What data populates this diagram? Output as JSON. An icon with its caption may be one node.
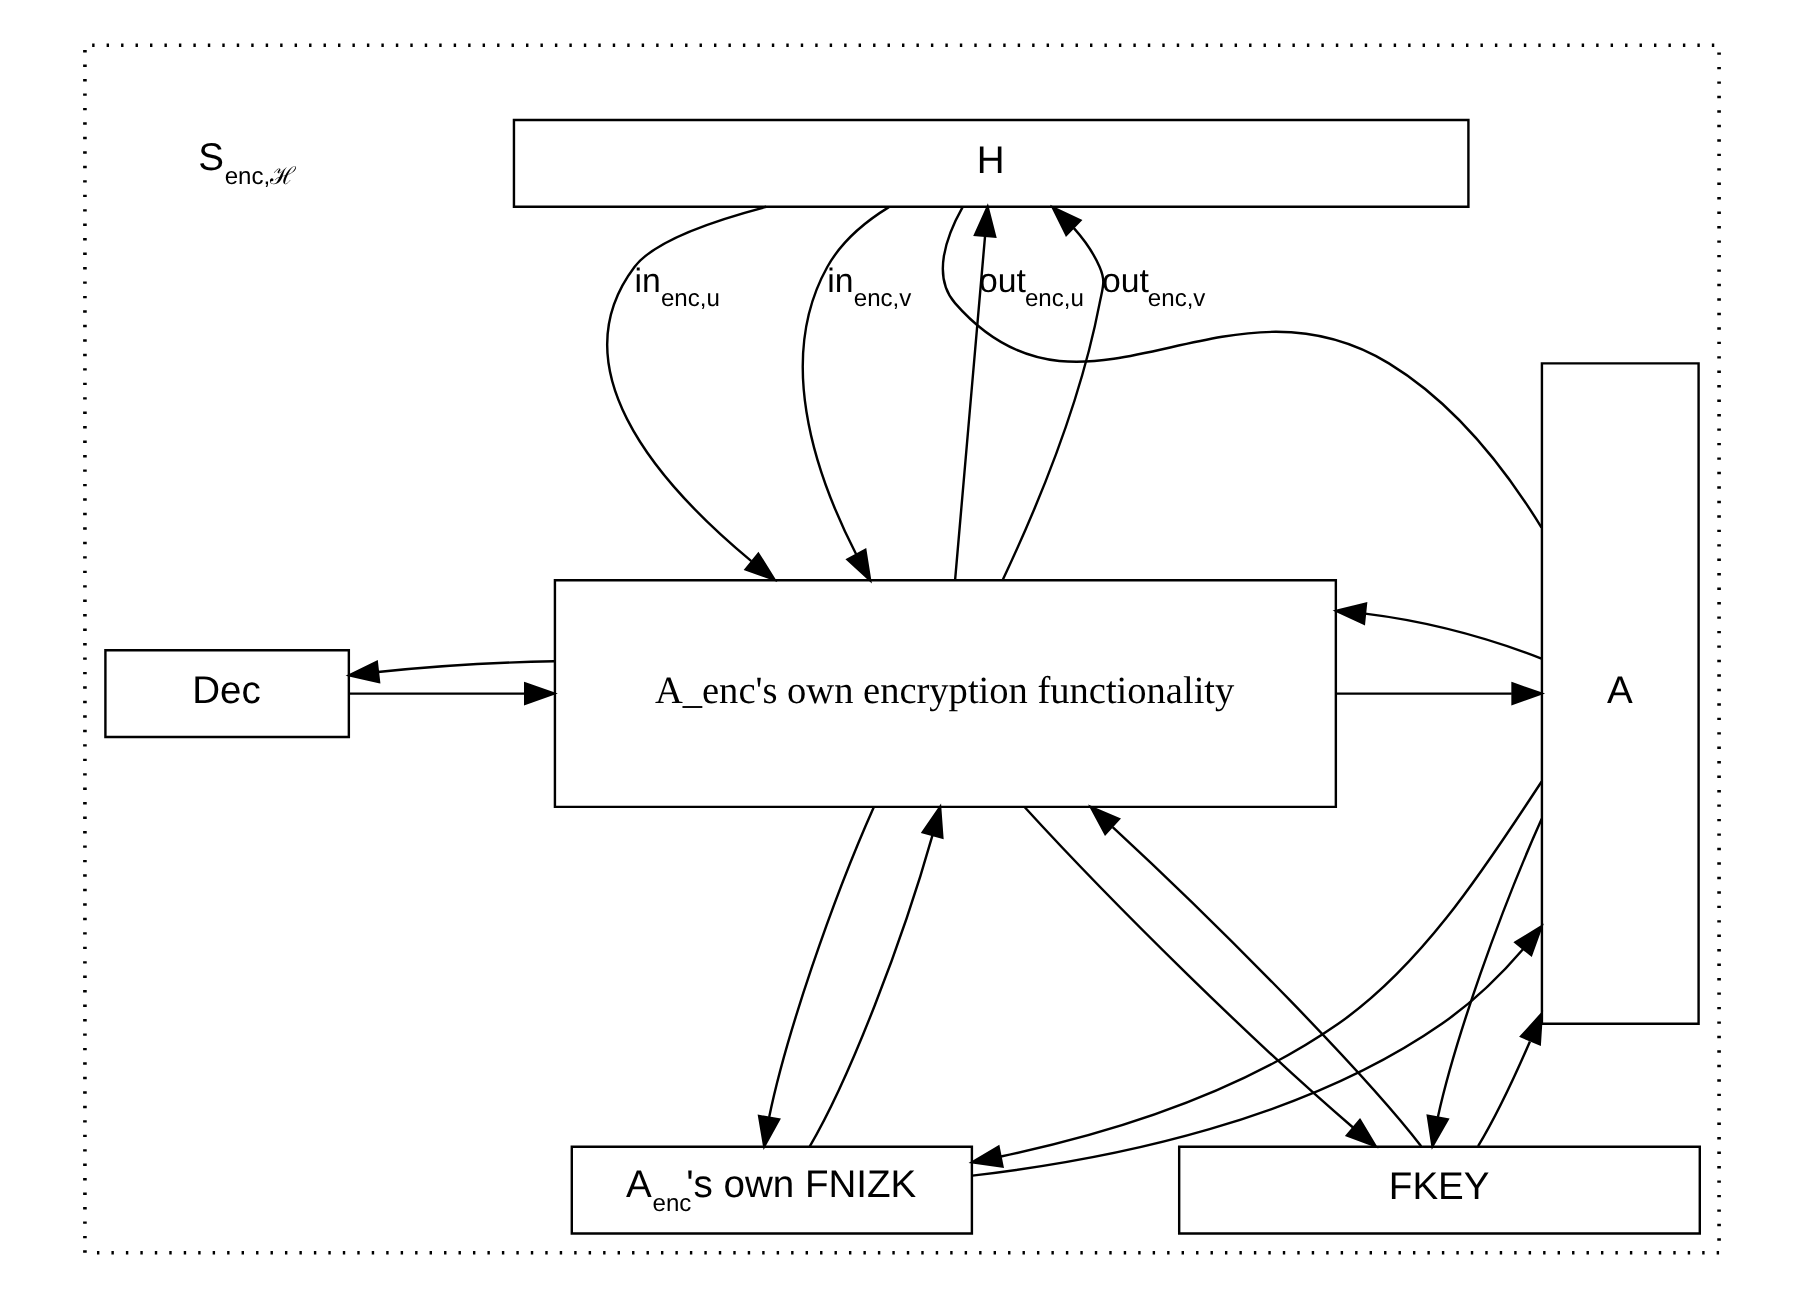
{
  "diagram": {
    "nodes": [
      {
        "text": [],
        "shape": "box"
      },
      {
        "text": [
          "H"
        ],
        "in": 0
      },
      {
        "text": [
          "A_enc's own encryption functionality"
        ],
        "in": 0
      },
      {
        "text": [
          "Dec"
        ],
        "in": 0
      },
      {
        "text": [
          "A"
        ],
        "in": 0
      },
      {
        "text": [
          "A$_{enc}$'s own FNIZK"
        ],
        "in": 0
      },
      {
        "text": [
          "FKEY"
        ],
        "in": 0
      }
    ],
    "edges": [
      {
        "from": 1,
        "to": 2,
        "arrow": "to",
        "label": "in$_{enc,u}$"
      },
      {
        "from": 2,
        "to": 1,
        "arrow": "to",
        "label": "out$_{enc,u}$"
      },
      {
        "from": 1,
        "to": 2,
        "arrow": "to",
        "label": "in$_{enc,v}$"
      },
      {
        "from": 2,
        "to": 1,
        "arrow": "to",
        "label": "out$_{enc,v}$"
      },
      {
        "from": 1,
        "to": 4,
        "arrow": "none"
      },
      {
        "from": 3,
        "to": 2,
        "arrow": "to"
      },
      {
        "from": 2,
        "to": 3,
        "arrow": "to"
      },
      {
        "from": 2,
        "to": 4,
        "arrow": "to"
      },
      {
        "from": 4,
        "to": 2,
        "arrow": "to"
      },
      {
        "from": 2,
        "to": 6,
        "arrow": "to"
      },
      {
        "from": 6,
        "to": 2,
        "arrow": "to"
      },
      {
        "from": 2,
        "to": 5,
        "arrow": "to"
      },
      {
        "from": 5,
        "to": 2,
        "arrow": "to"
      },
      {
        "from": 5,
        "to": 4,
        "arrow": "to"
      },
      {
        "from": 4,
        "to": 5,
        "arrow": "to"
      },
      {
        "from": 6,
        "to": 4,
        "arrow": "to"
      },
      {
        "from": 4,
        "to": 6,
        "arrow": "to"
      }
    ],
    "labels": [
      "S$_{enc,ℋ}$"
    ]
  }
}
